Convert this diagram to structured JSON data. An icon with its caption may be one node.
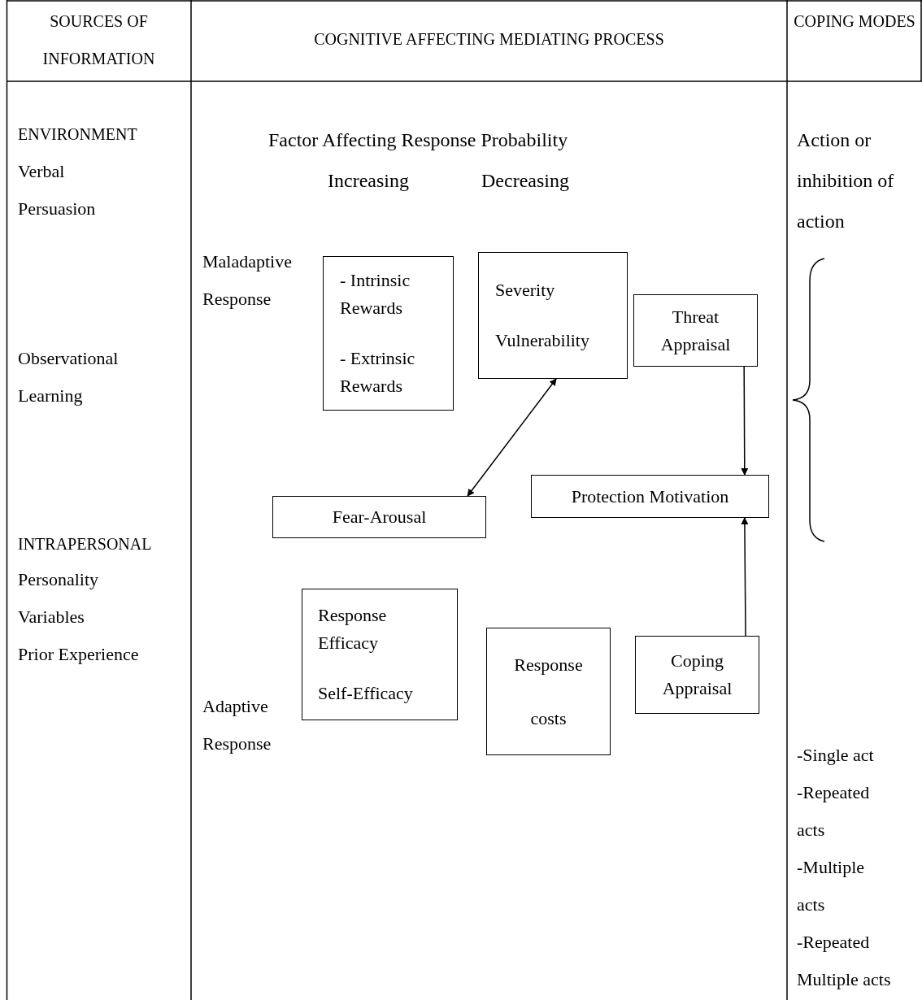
{
  "diagram": {
    "nodes": [
      {
        "text": [
          "- Intrinsic Rewards",
          "- Extrinsic Rewards"
        ]
      },
      {
        "text": [
          "Severity",
          "Vulnerability"
        ]
      },
      {
        "text": [
          "Threat Appraisal"
        ]
      },
      {
        "text": [
          "Fear-Arousal"
        ]
      },
      {
        "text": [
          "Protection Motivation"
        ]
      },
      {
        "text": [
          "Response Efficacy",
          "Self-Efficacy"
        ]
      },
      {
        "text": [
          "Response costs"
        ]
      },
      {
        "text": [
          "Coping Appraisal"
        ]
      }
    ],
    "edges": [
      {
        "from": 2,
        "to": 4,
        "arrow": "to"
      },
      {
        "from": 7,
        "to": 4,
        "arrow": "to"
      },
      {
        "from": 3,
        "to": 1,
        "arrow": "both"
      }
    ],
    "labels": [
      "SOURCES OF INFORMATION",
      "COGNITIVE AFFECTING MEDIATING PROCESS",
      "COPING MODES",
      "ENVIRONMENT",
      "Verbal Persuasion",
      "Observational Learning",
      "INTRAPERSONAL",
      "Personality Variables",
      "Prior Experience",
      "Factor Affecting Response Probability",
      "Increasing",
      "Decreasing",
      "Maladaptive Response",
      "Adaptive Response",
      "Action or inhibition of action",
      "-Single act",
      "-Repeated acts",
      "-Multiple acts",
      "-Repeated Multiple acts"
    ]
  }
}
